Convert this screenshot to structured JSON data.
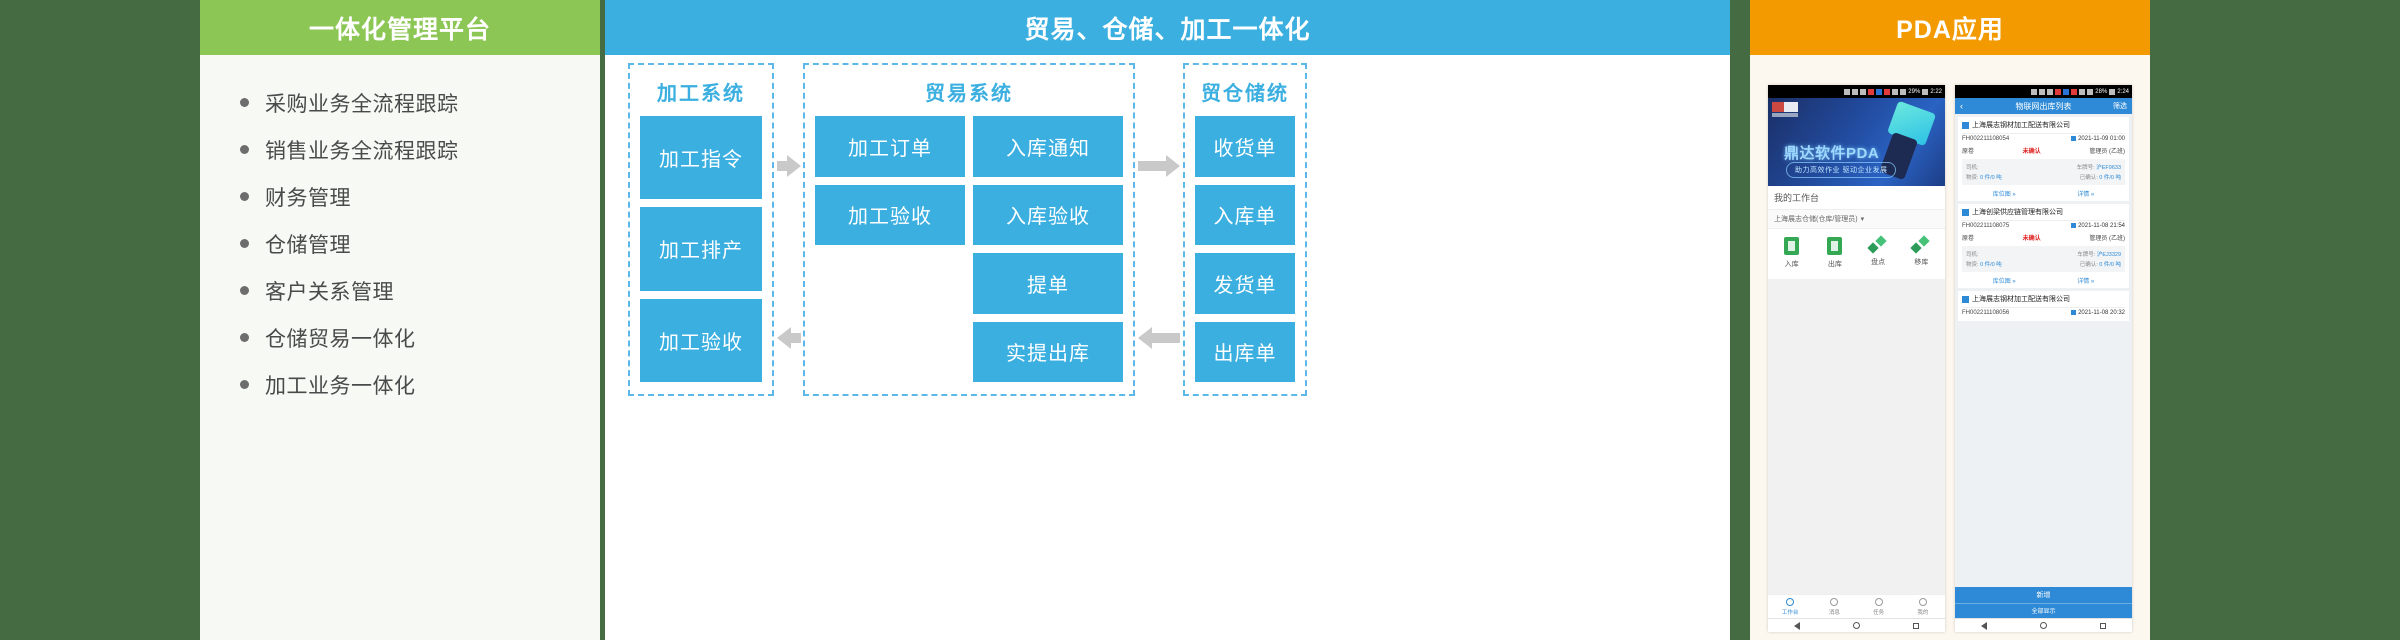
{
  "left": {
    "header": "一体化管理平台",
    "features": [
      "采购业务全流程跟踪",
      "销售业务全流程跟踪",
      "财务管理",
      "仓储管理",
      "客户关系管理",
      "仓储贸易一体化",
      "加工业务一体化"
    ]
  },
  "center": {
    "header": "贸易、仓储、加工一体化",
    "groups": {
      "processing": {
        "title": "加工系统",
        "nodes": [
          "加工指令",
          "加工排产",
          "加工验收"
        ]
      },
      "trade": {
        "title": "贸易系统",
        "col_left": [
          "加工订单",
          "加工验收"
        ],
        "col_right": [
          "入库通知",
          "入库验收",
          "提单",
          "实提出库"
        ]
      },
      "warehouse": {
        "title": "贸仓储统",
        "nodes": [
          "收货单",
          "入库单",
          "发货单",
          "出库单"
        ]
      }
    },
    "arrows": [
      {
        "name": "processing-to-trade",
        "direction": "right"
      },
      {
        "name": "trade-to-warehouse",
        "direction": "right"
      },
      {
        "name": "warehouse-to-trade",
        "direction": "left"
      },
      {
        "name": "trade-to-processing",
        "direction": "left"
      }
    ]
  },
  "right": {
    "header": "PDA应用",
    "phone1": {
      "status_battery": "29%",
      "status_time": "2:22",
      "banner_title": "鼎达软件PDA",
      "banner_sub": "助力高效作业  驱动企业发展",
      "section_title": "我的工作台",
      "warehouse_selector": "上海展志仓储(仓库/管理员)",
      "actions": [
        {
          "label": "入库",
          "icon": "doc-in-icon"
        },
        {
          "label": "出库",
          "icon": "doc-out-icon"
        },
        {
          "label": "盘点",
          "icon": "cubes-count-icon"
        },
        {
          "label": "移库",
          "icon": "cubes-move-icon"
        }
      ],
      "tabs": [
        {
          "label": "工作台",
          "icon": "home-icon"
        },
        {
          "label": "消息",
          "icon": "bell-icon"
        },
        {
          "label": "任务",
          "icon": "check-icon"
        },
        {
          "label": "我的",
          "icon": "user-icon"
        }
      ]
    },
    "phone2": {
      "status_battery": "28%",
      "status_time": "2:24",
      "back_icon": "back-chevron-icon",
      "title": "物联网出库列表",
      "filter_label": "筛选",
      "cards": [
        {
          "company": "上海展志钢材加工配送有限公司",
          "order_no": "FH002211108054",
          "date": "2021-11-09 01:00",
          "type": "原卷",
          "status": "未确认",
          "operator": "管理员 (乙班)",
          "driver_label": "司机:",
          "driver_value": "",
          "plate_label": "车牌号:",
          "plate_value": "沪EF9633",
          "qty_label": "物资:",
          "qty_value": "0 件/0 吨",
          "confirmed_label": "已确认:",
          "confirmed_value": "0 件/0 吨",
          "link_map": "库位图 »",
          "link_detail": "详情 »"
        },
        {
          "company": "上海创梁供应链管理有限公司",
          "order_no": "FH002211108075",
          "date": "2021-11-08 21:54",
          "type": "原卷",
          "status": "未确认",
          "operator": "管理员 (乙班)",
          "driver_label": "司机:",
          "driver_value": "",
          "plate_label": "车牌号:",
          "plate_value": "沪EJ3329",
          "qty_label": "物资:",
          "qty_value": "0 件/0 吨",
          "confirmed_label": "已确认:",
          "confirmed_value": "0 件/0 吨",
          "link_map": "库位图 »",
          "link_detail": "详情 »"
        },
        {
          "company": "上海展志钢材加工配送有限公司",
          "order_no": "FH002211108056",
          "date": "2021-11-08 20:32",
          "type": "",
          "status": "",
          "operator": "",
          "driver_label": "",
          "driver_value": "",
          "plate_label": "",
          "plate_value": "",
          "qty_label": "",
          "qty_value": "",
          "confirmed_label": "",
          "confirmed_value": "",
          "link_map": "",
          "link_detail": ""
        }
      ],
      "primary_button": "新增",
      "secondary_button": "全部显示"
    }
  },
  "colors": {
    "background": "#456b43",
    "left_header": "#8CC655",
    "center_header": "#3BAFE0",
    "right_header": "#F29A00",
    "node_blue": "#3BAFE0",
    "arrow_gray": "#c9c9c9"
  }
}
